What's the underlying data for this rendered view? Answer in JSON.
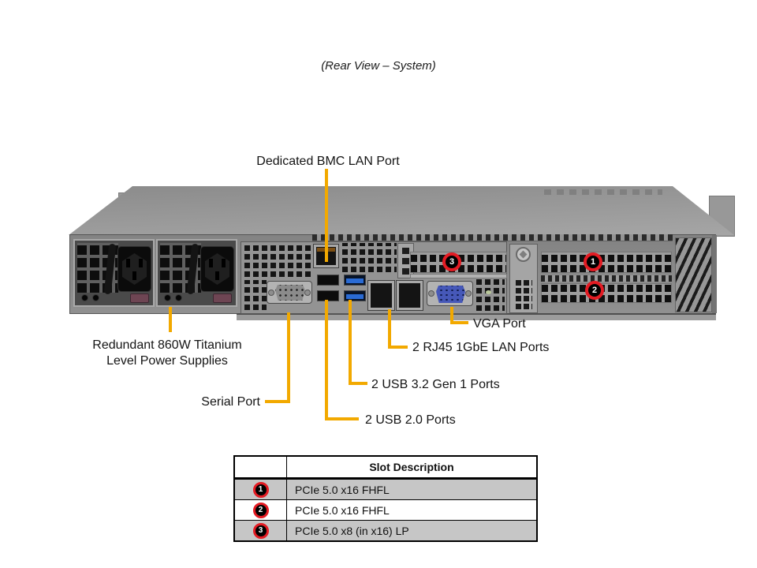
{
  "title": "(Rear View – System)",
  "colors": {
    "callout": "#F2A900",
    "badge-red": "#E31B23",
    "vga-blue": "#4658B8",
    "usb3-blue": "#2A6BD4"
  },
  "callouts": {
    "bmc": "Dedicated BMC LAN Port",
    "psu_line1": "Redundant 860W Titanium",
    "psu_line2": "Level Power Supplies",
    "serial": "Serial Port",
    "usb2": "2 USB 2.0 Ports",
    "usb3": "2 USB 3.2 Gen 1 Ports",
    "lan": "2 RJ45 1GbE LAN Ports",
    "vga": "VGA Port"
  },
  "chassis": {
    "slot_badges": [
      {
        "id": "slot-1",
        "label": "1"
      },
      {
        "id": "slot-2",
        "label": "2"
      },
      {
        "id": "slot-3",
        "label": "3"
      }
    ]
  },
  "table": {
    "header": "Slot Description",
    "rows": [
      {
        "badge": "1",
        "description": "PCIe 5.0 x16 FHFL"
      },
      {
        "badge": "2",
        "description": "PCIe 5.0 x16 FHFL"
      },
      {
        "badge": "3",
        "description": "PCIe 5.0 x8 (in x16) LP"
      }
    ]
  }
}
